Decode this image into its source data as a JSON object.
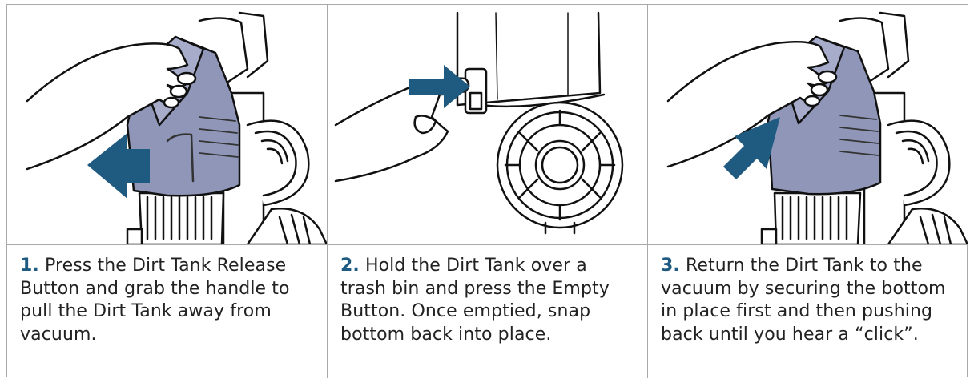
{
  "colors": {
    "arrow": "#1f5b80",
    "tank_fill": "#8f96b8",
    "tank_dark": "#6e7599",
    "line": "#111111",
    "border": "#a9a9a9",
    "step_number": "#1f5b80"
  },
  "steps": [
    {
      "number": "1.",
      "text": " Press the Dirt Tank Release Button and grab the handle to pull the Dirt Tank away from vacuum.",
      "arrow_direction": "left"
    },
    {
      "number": "2.",
      "text": " Hold the Dirt Tank over a trash bin and press the Empty Button. Once emptied, snap bottom back into place.",
      "arrow_direction": "right"
    },
    {
      "number": "3.",
      "text": " Return the Dirt Tank to the vacuum by securing the bottom in place first and then pushing back until you hear a “click”.",
      "arrow_direction": "right"
    }
  ]
}
